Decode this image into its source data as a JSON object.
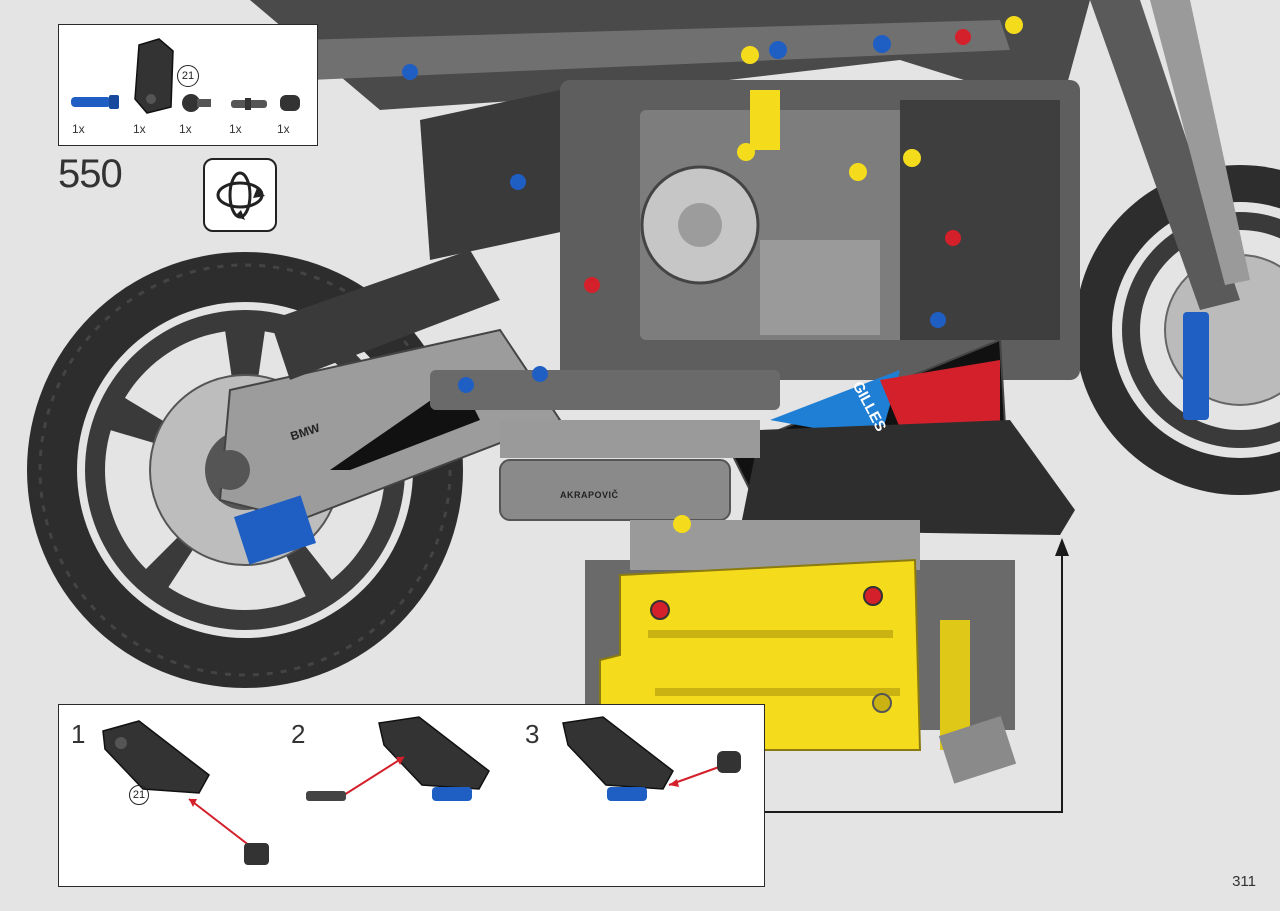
{
  "step": {
    "number": "550"
  },
  "page": {
    "number": "311"
  },
  "parts_list": {
    "callout_ref": "21",
    "items": [
      {
        "icon": "blue-axle-pin-icon",
        "qty": "1x"
      },
      {
        "icon": "dark-panel-fairing-icon",
        "qty": "1x"
      },
      {
        "icon": "dark-axle-connector-icon",
        "qty": "1x"
      },
      {
        "icon": "dark-axle-pin-icon",
        "qty": "1x"
      },
      {
        "icon": "dark-bush-icon",
        "qty": "1x"
      }
    ]
  },
  "rotate": {
    "icon": "rotate-model-icon"
  },
  "substeps": [
    {
      "label": "1",
      "callout_ref": "21"
    },
    {
      "label": "2"
    },
    {
      "label": "3"
    }
  ],
  "model": {
    "logos": {
      "brand": "BMW",
      "exhaust": "AKRAPOVIČ",
      "fairing": "GILLES"
    }
  },
  "colors": {
    "page_background": "#e4e4e4",
    "frame_dark": "#3a3a3a",
    "frame_gray": "#8a8a8a",
    "accent_yellow": "#f4dc1c",
    "accent_blue": "#1f5fc4",
    "accent_red": "#d4202a"
  }
}
